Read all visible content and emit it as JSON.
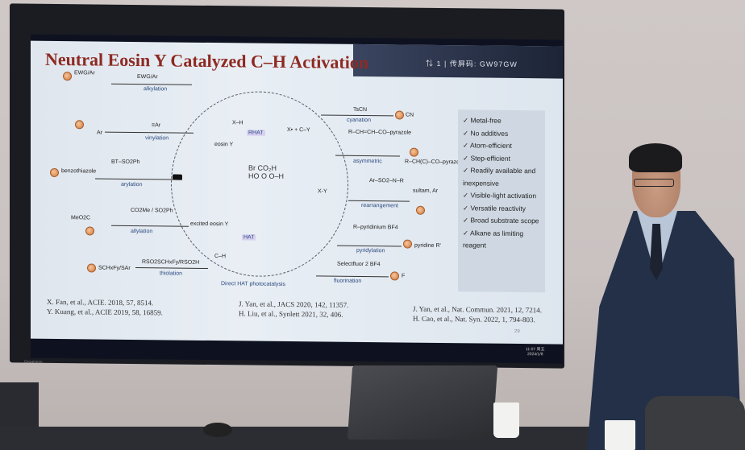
{
  "slide": {
    "title": "Neutral Eosin Y Catalyzed C–H Activation",
    "share_code": "⇅ 1 | 传屏码: GW97GW",
    "page_number": "29",
    "clock": [
      "11:07 周五",
      "2024/1/8"
    ],
    "diagram": {
      "center_caption": "Direct HAT photocatalysis",
      "eosin_label": "eosin Y",
      "excited_label": "excited eosin Y",
      "rhat": "RHAT",
      "hat": "HAT",
      "xh": "X–H",
      "xy_product": "X• + C–Y",
      "xy": "X-Y",
      "ch": "C–H",
      "left": [
        {
          "reagent": "EWG/Ar",
          "label": "alkylation",
          "product": "EWG/Ar"
        },
        {
          "reagent": "≡Ar",
          "label": "vinylation",
          "product": "Ar"
        },
        {
          "reagent": "BT–SO2Ph",
          "label": "arylation",
          "product": "benzothiazole"
        },
        {
          "reagent": "CO2Me / SO2Ph",
          "label": "allylation",
          "product": "MeO2C"
        },
        {
          "reagent": "RSO2SCHxFy/RSO2H",
          "label": "thiolation",
          "product": "SCHxFy/SAr"
        }
      ],
      "right": [
        {
          "reagent": "TsCN",
          "label": "cyanation",
          "product": "CN"
        },
        {
          "reagent": "R–CH=CH–CO–pyrazole",
          "label": "asymmetric",
          "product": "R–CH(C)–CO–pyrazole"
        },
        {
          "reagent": "Ar–SO2–N–R",
          "label": "rearrangement",
          "product": "sultam, Ar"
        },
        {
          "reagent": "R–pyridinium BF4",
          "label": "pyridylation",
          "product": "pyridine R'"
        },
        {
          "reagent": "Selectfluor 2 BF4",
          "label": "fluorination",
          "product": "F"
        }
      ]
    },
    "advantages": [
      "Metal-free",
      "No additives",
      "Atom-efficient",
      "Step-efficient",
      "Readily available and inexpensive",
      "Visible-light activation",
      "Versatile reactivity",
      "Broad substrate scope",
      "Alkane as limiting reagent"
    ],
    "references": [
      [
        "X. Fan, et al., ACIE. 2018, 57, 8514.",
        "Y. Kuang, et al., ACIE 2019, 58, 16859."
      ],
      [
        "J. Yan, et al., JACS 2020, 142, 11357.",
        "H. Liu, et al., Synlett 2021, 32, 406."
      ],
      [
        "J. Yan, et al., Nat. Commun. 2021, 12, 7214.",
        "H. Cao, et al., Nat. Syn. 2022, 1, 794-803."
      ]
    ]
  },
  "tv_brand": "Greatview",
  "colors": {
    "title": "#8e2a22",
    "label": "#2b4a80",
    "bezel": "#1a1c22"
  }
}
